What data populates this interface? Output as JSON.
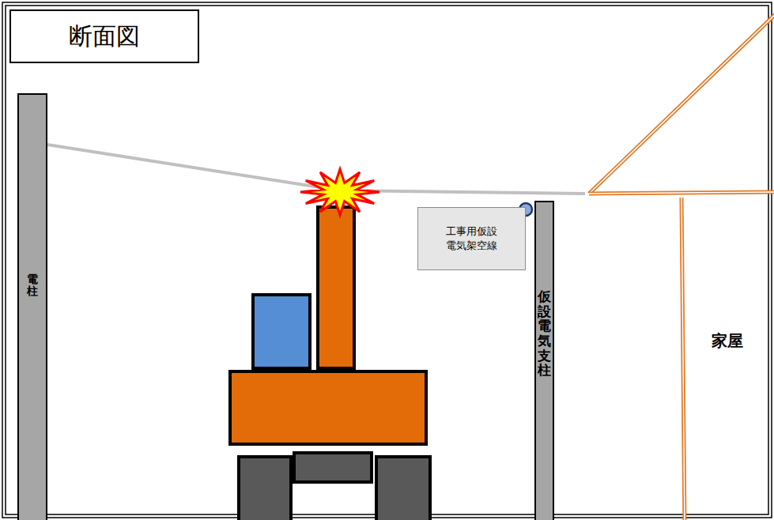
{
  "diagram": {
    "title": "断面図",
    "nodes": [
      {
        "text": [
          "電柱"
        ]
      },
      {
        "text": [
          "工事用仮設電気架空線"
        ]
      },
      {
        "text": [
          "仮設電気支柱"
        ]
      },
      {
        "text": [
          "家屋"
        ]
      }
    ],
    "edges": [
      {
        "from": 0,
        "to": 3,
        "arrow": "none"
      }
    ]
  }
}
